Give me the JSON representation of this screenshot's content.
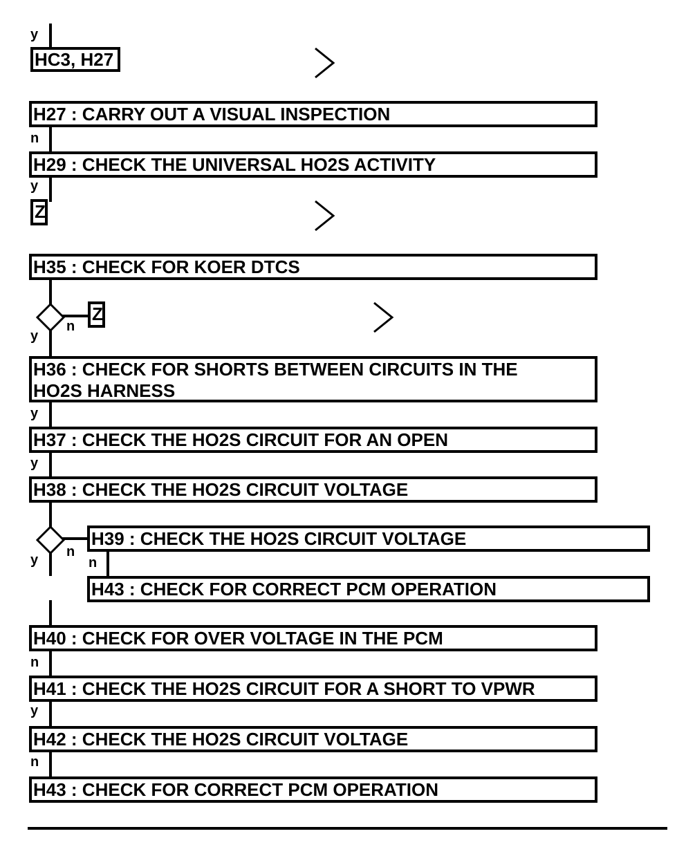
{
  "top": {
    "branch_label": "y",
    "ref_box": "HC3, H27"
  },
  "steps": {
    "h27": "H27 : CARRY OUT A VISUAL INSPECTION",
    "h29": "H29 : CHECK THE UNIVERSAL HO2S ACTIVITY",
    "h35": "H35 : CHECK FOR KOER DTCS",
    "h36": "H36 : CHECK FOR SHORTS BETWEEN CIRCUITS IN THE HO2S HARNESS",
    "h37": "H37 : CHECK THE HO2S CIRCUIT FOR AN OPEN",
    "h38": "H38 : CHECK THE HO2S CIRCUIT VOLTAGE",
    "h39": "H39 : CHECK THE HO2S CIRCUIT VOLTAGE",
    "h43_branch": "H43 : CHECK FOR CORRECT PCM OPERATION",
    "h40": "H40 : CHECK FOR OVER VOLTAGE IN THE PCM",
    "h41": "H41 : CHECK THE HO2S CIRCUIT FOR A SHORT TO VPWR",
    "h42": "H42 : CHECK THE HO2S CIRCUIT VOLTAGE",
    "h43": "H43 : CHECK FOR CORRECT PCM OPERATION"
  },
  "refs": {
    "z1": "Z",
    "z2": "Z"
  },
  "labels": {
    "l_h27_n": "n",
    "l_h29_y": "y",
    "l_d1_y": "y",
    "l_d1_n": "n",
    "l_h36_y": "y",
    "l_h37_y": "y",
    "l_d2_y": "y",
    "l_d2_n": "n",
    "l_h39_n": "n",
    "l_h40_n": "n",
    "l_h41_y": "y",
    "l_h42_n": "n"
  },
  "icons": {
    "continuation_arrow": "chevron-right-icon",
    "decision": "diamond-icon"
  }
}
